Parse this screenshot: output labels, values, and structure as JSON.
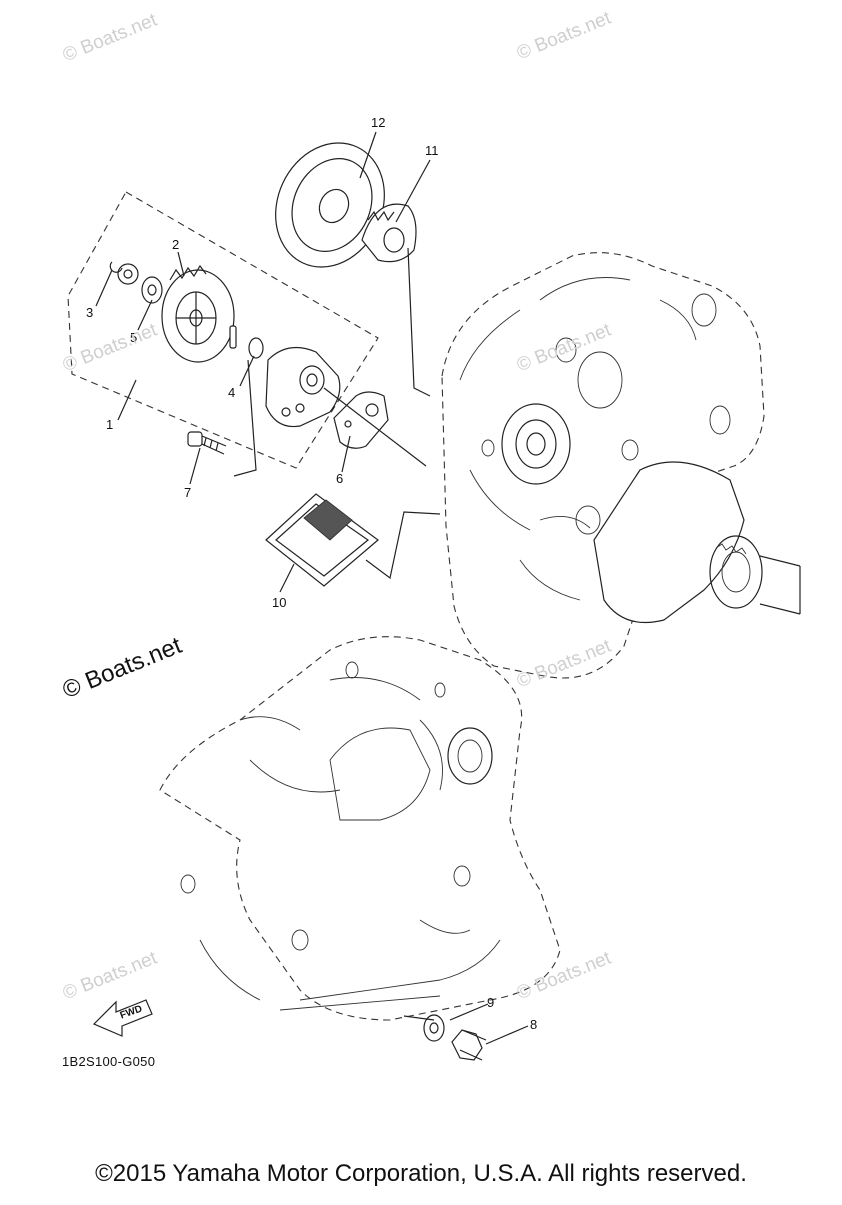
{
  "watermarks": {
    "small": "© Boats.net",
    "large": "© Boats.net"
  },
  "callouts": [
    "1",
    "2",
    "3",
    "4",
    "5",
    "6",
    "7",
    "8",
    "9",
    "10",
    "11",
    "12"
  ],
  "parts_labels": {
    "fwd_arrow": "FWD"
  },
  "drawing_code": "1B2S100-G050",
  "copyright": "©2015 Yamaha Motor Corporation, U.S.A. All rights reserved."
}
